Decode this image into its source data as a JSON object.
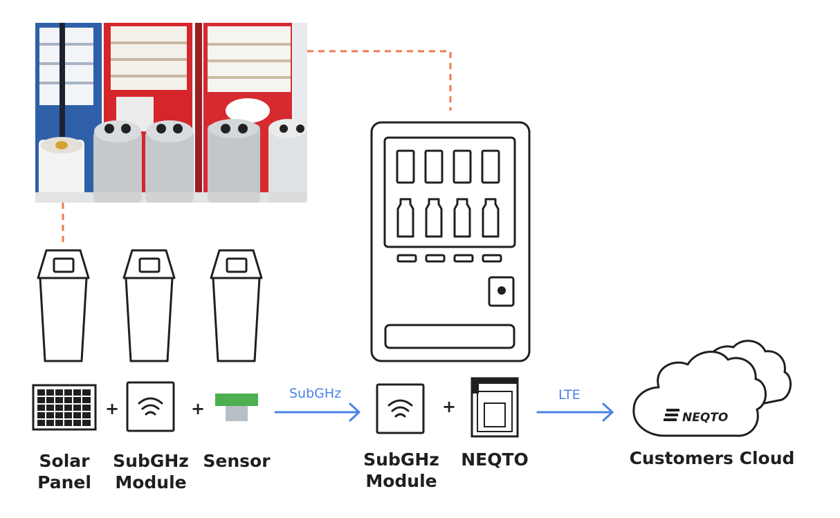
{
  "labels": {
    "solar_panel": [
      "Solar",
      "Panel"
    ],
    "subghz_module_left": [
      "SubGHz",
      "Module"
    ],
    "sensor": [
      "Sensor"
    ],
    "subghz_module_right": [
      "SubGHz",
      "Module"
    ],
    "neqto": [
      "NEQTO"
    ],
    "customers_cloud": [
      "Customers Cloud"
    ]
  },
  "links": {
    "subghz": "SubGHz",
    "lte": "LTE"
  },
  "operators": {
    "plus": "+"
  },
  "cloud_logo": "NEQTO",
  "colors": {
    "dashed_connector": "#f07a4f",
    "arrow_blue": "#4a82e4",
    "outline": "#1f1f1f",
    "sensor_green": "#4caf50",
    "sensor_grey": "#b7bfc4"
  }
}
